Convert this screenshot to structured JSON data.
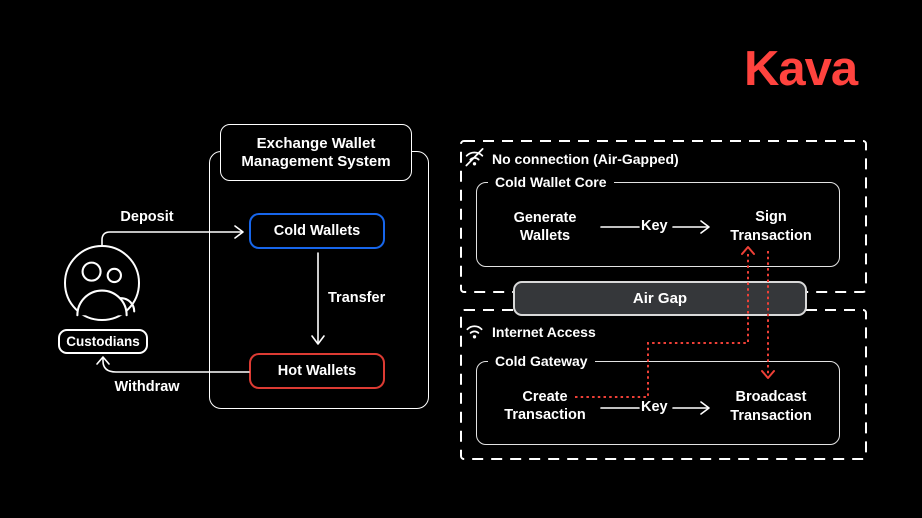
{
  "colors": {
    "bg": "#000000",
    "brand_red": "#FF433E",
    "cold_blue": "#1766EB",
    "hot_red": "#DC3B33",
    "flow_red": "#EF4037",
    "airgap_fill": "#35373A",
    "airgap_border": "#D9D9D9",
    "groupbox_border": "#E3E3E3"
  },
  "brand": {
    "logo": "Kava"
  },
  "left": {
    "custodians": {
      "label": "Custodians",
      "icon": "people-icon"
    },
    "deposit_label": "Deposit",
    "withdraw_label": "Withdraw",
    "transfer_label": "Transfer",
    "system": {
      "title": "Exchange Wallet Management System",
      "cold_wallets": "Cold Wallets",
      "hot_wallets": "Hot Wallets"
    }
  },
  "right": {
    "airgapped_zone": {
      "icon": "wifi-off-icon",
      "header": "No connection (Air-Gapped)",
      "group_title": "Cold Wallet Core",
      "node_left": "Generate Wallets",
      "key_label": "Key",
      "node_right": "Sign Transaction"
    },
    "air_gap_bar": {
      "label": "Air Gap"
    },
    "internet_zone": {
      "icon": "wifi-icon",
      "header": "Internet Access",
      "group_title": "Cold Gateway",
      "node_left": "Create Transaction",
      "key_label": "Key",
      "node_right": "Broadcast Transaction"
    }
  }
}
